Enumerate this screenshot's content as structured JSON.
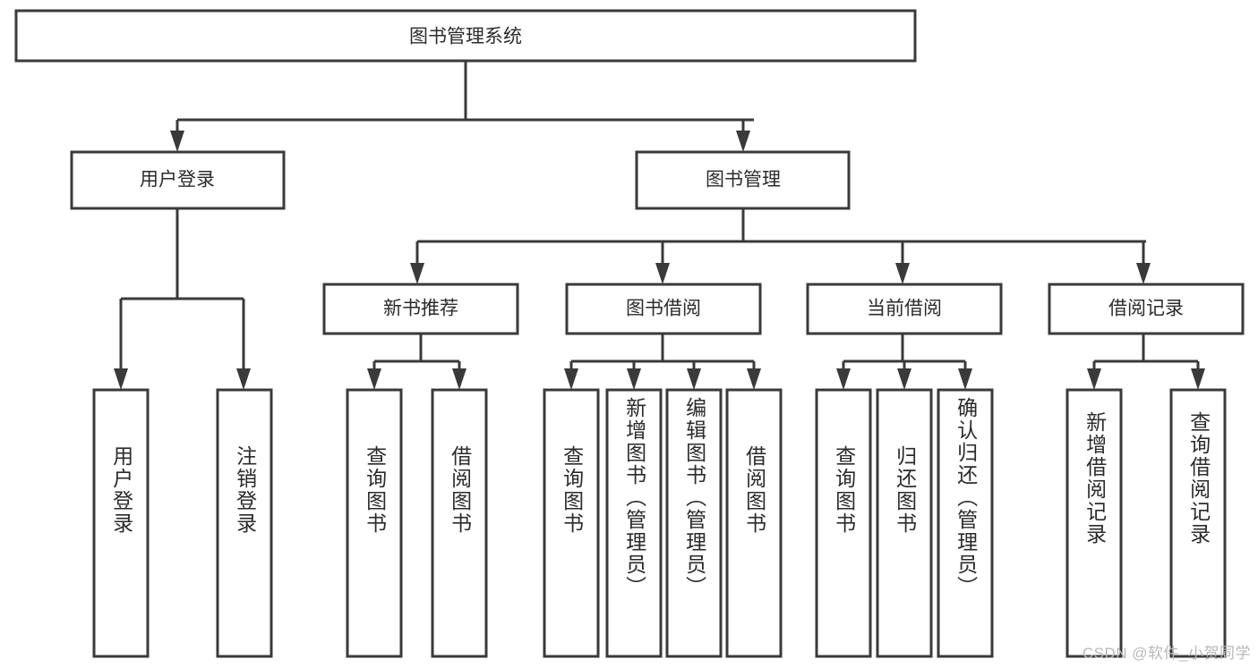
{
  "diagram": {
    "title": "图书管理系统",
    "type": "tree-hierarchy-diagram",
    "root": {
      "label": "图书管理系统",
      "level": 0
    },
    "level1": [
      {
        "label": "用户登录"
      },
      {
        "label": "图书管理"
      }
    ],
    "level2": [
      {
        "label": "新书推荐",
        "parent": "图书管理"
      },
      {
        "label": "图书借阅",
        "parent": "图书管理"
      },
      {
        "label": "当前借阅",
        "parent": "图书管理"
      },
      {
        "label": "借阅记录",
        "parent": "图书管理"
      }
    ],
    "leaves": {
      "user_login": [
        {
          "label": "用户登录"
        },
        {
          "label": "注销登录"
        }
      ],
      "new_book_recommend": [
        {
          "label": "查询图书"
        },
        {
          "label": "借阅图书"
        }
      ],
      "book_borrow": [
        {
          "label": "查询图书"
        },
        {
          "label": "新增图书（管理员）"
        },
        {
          "label": "编辑图书（管理员）"
        },
        {
          "label": "借阅图书"
        }
      ],
      "current_borrow": [
        {
          "label": "查询图书"
        },
        {
          "label": "归还图书"
        },
        {
          "label": "确认归还（管理员）"
        }
      ],
      "borrow_record": [
        {
          "label": "新增借阅记录"
        },
        {
          "label": "查询借阅记录"
        }
      ]
    }
  },
  "watermark": {
    "text": "CSDN @软件_小贺同学"
  },
  "colors": {
    "stroke": "#3a3a3a",
    "box_fill": "#ffffff",
    "text": "#2b2b2b",
    "watermark": "#b9b9b9",
    "background": "#ffffff"
  }
}
